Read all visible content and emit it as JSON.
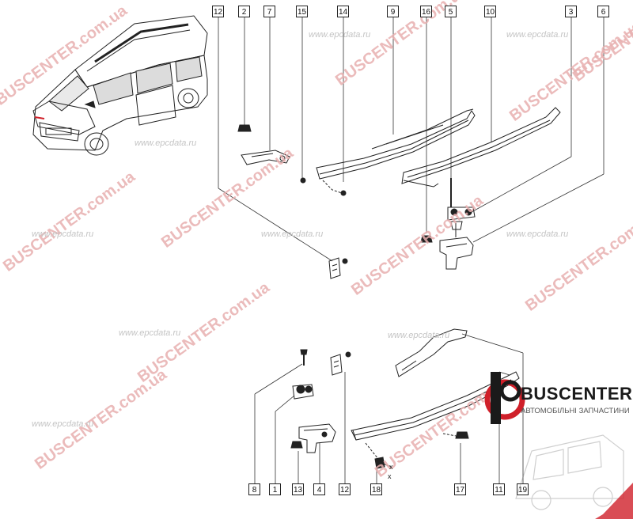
{
  "callouts_top": [
    "12",
    "2",
    "7",
    "15",
    "14",
    "9",
    "16",
    "5",
    "10",
    "3",
    "6"
  ],
  "callouts_bottom": [
    "8",
    "1",
    "13",
    "4",
    "12",
    "18",
    "17",
    "11",
    "19"
  ],
  "axis_marks": [
    "x",
    "x"
  ],
  "brand": {
    "name": "BUSCENTER",
    "tagline": "АВТОМОБІЛЬНІ ЗАПЧАСТИНИ",
    "color_accent": "#d0202a"
  },
  "watermarks": {
    "main": "BUSCENTER.com.ua",
    "secondary": "www.epcdata.ru",
    "color": "#e8b0b0"
  }
}
